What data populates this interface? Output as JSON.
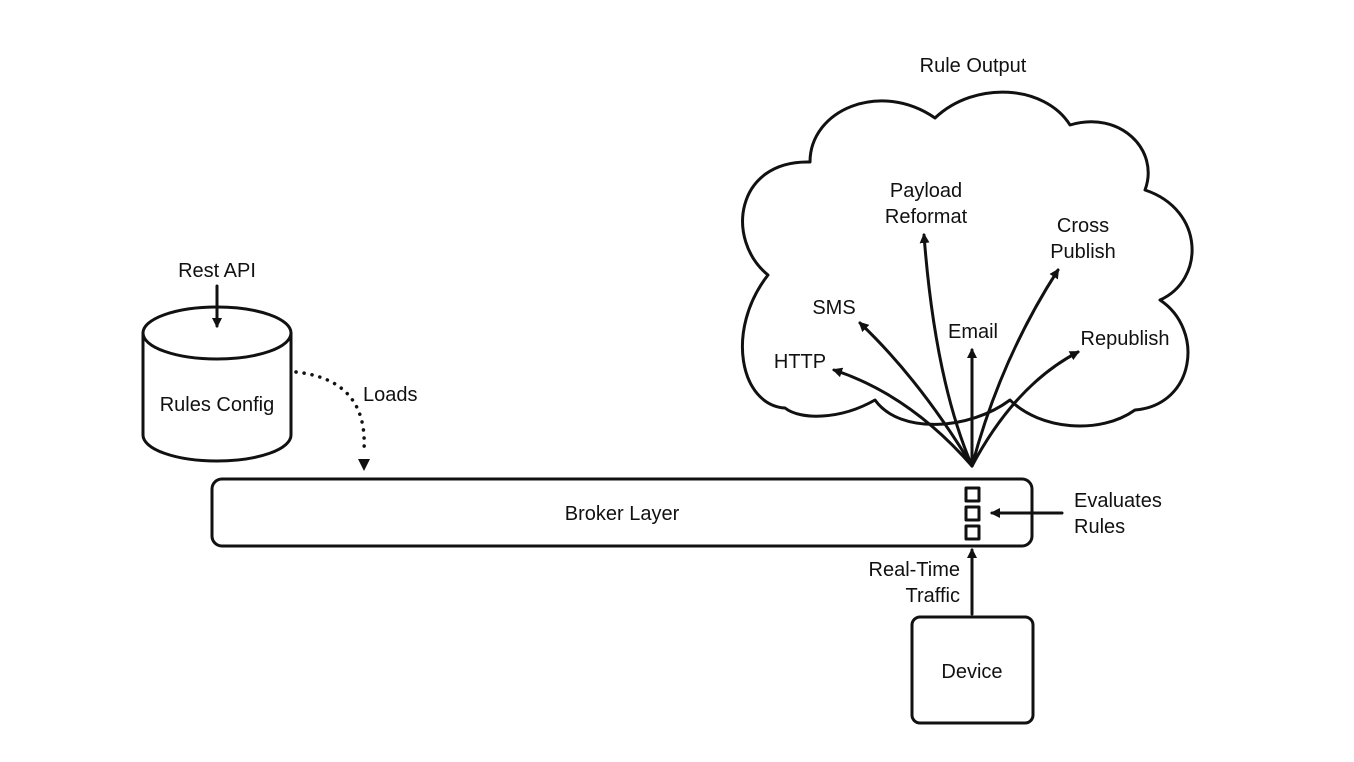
{
  "colors": {
    "ink": "#111111",
    "background": "#ffffff"
  },
  "rest_api": {
    "label": "Rest API"
  },
  "rules_config": {
    "label": "Rules Config"
  },
  "loads": {
    "label": "Loads"
  },
  "broker": {
    "label": "Broker Layer"
  },
  "evaluates": {
    "line1": "Evaluates",
    "line2": "Rules"
  },
  "traffic": {
    "line1": "Real-Time",
    "line2": "Traffic"
  },
  "device": {
    "label": "Device"
  },
  "cloud": {
    "title": "Rule Output",
    "outputs": {
      "http": "HTTP",
      "sms": "SMS",
      "payload_line1": "Payload",
      "payload_line2": "Reformat",
      "email": "Email",
      "cross_line1": "Cross",
      "cross_line2": "Publish",
      "republish": "Republish"
    }
  }
}
